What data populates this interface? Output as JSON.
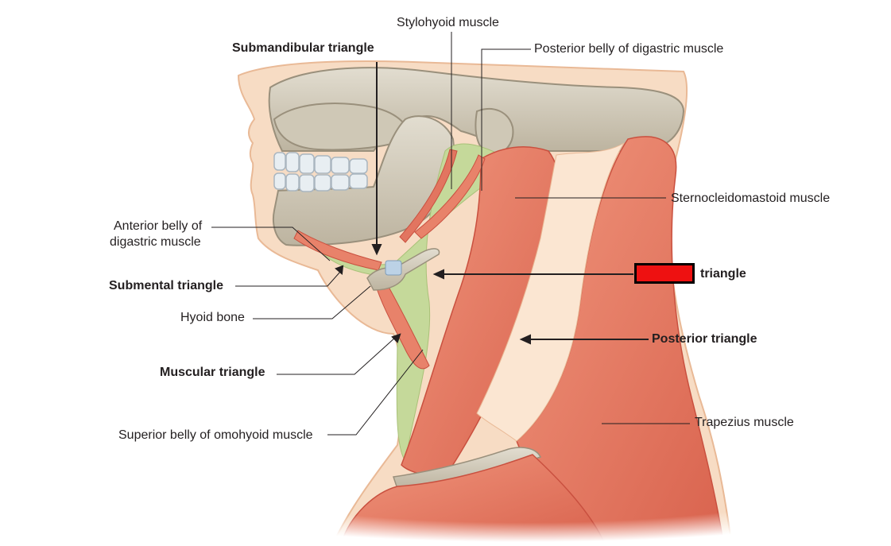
{
  "labels": {
    "stylohyoid": "Stylohyoid muscle",
    "submandibular": "Submandibular triangle",
    "posterior_belly": "Posterior belly of digastric muscle",
    "scm": "Sternocleidomastoid muscle",
    "anterior_belly_1": "Anterior belly of",
    "anterior_belly_2": "digastric muscle",
    "submental": "Submental triangle",
    "triangle": "triangle",
    "hyoid": "Hyoid bone",
    "posterior_triangle": "Posterior triangle",
    "muscular": "Muscular triangle",
    "trapezius": "Trapezius muscle",
    "omohyoid": "Superior belly of omohyoid muscle"
  },
  "colors": {
    "skin": "#f7dcc4",
    "skin_edge": "#e9b996",
    "muscle": "#e8826a",
    "muscle_dark": "#c9503f",
    "bone": "#d8d2c2",
    "bone_dark": "#9a907c",
    "triangle_fill": "#c5d99a",
    "hidden_box": "#ee1111"
  }
}
